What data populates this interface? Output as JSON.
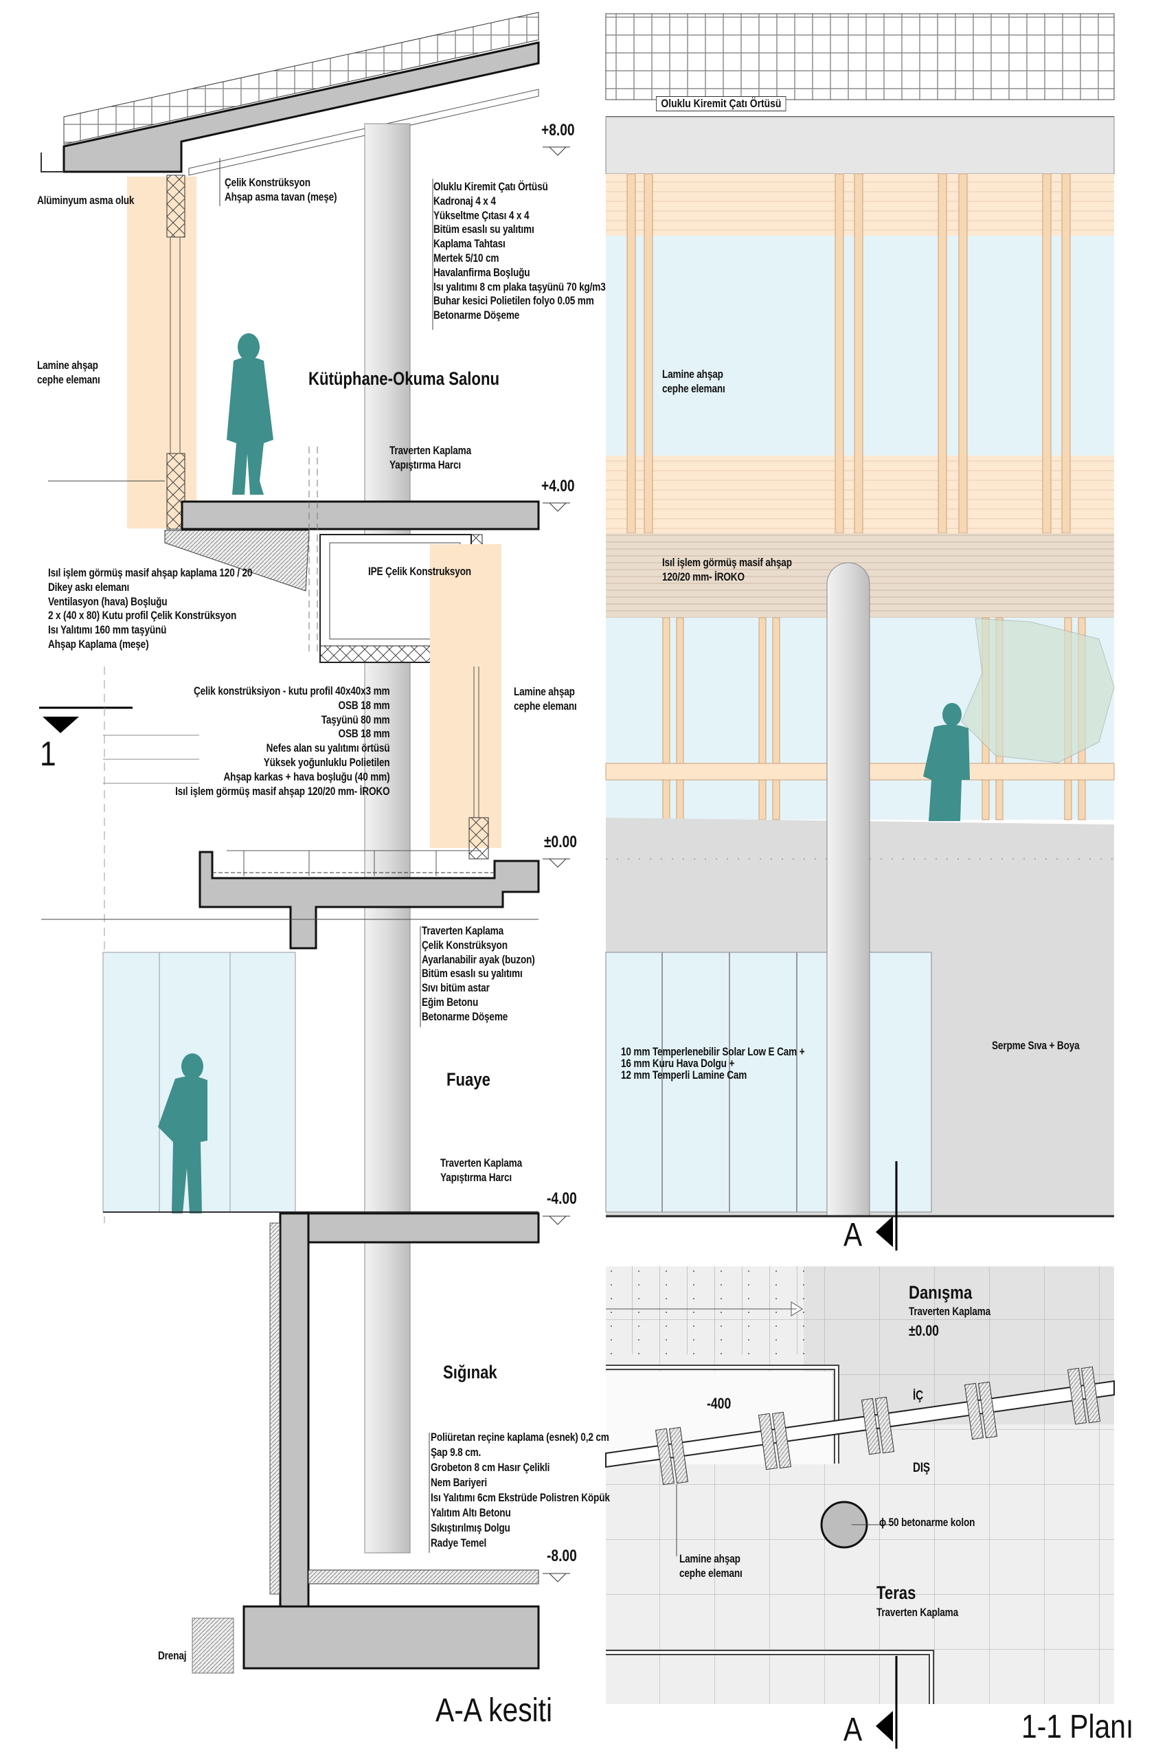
{
  "colors": {
    "wood": "#fde5c9",
    "glass": "#e4f3f8",
    "human": "#3f8f8c",
    "concrete": "#c8c8c8",
    "wall": "#dcdcdc"
  },
  "section": {
    "title": "A-A kesiti",
    "mark": "1",
    "levels": [
      "+8.00",
      "+4.00",
      "±0.00",
      "-4.00",
      "-8.00"
    ],
    "rooms": {
      "library": "Kütüphane-Okuma Salonu",
      "foyer": "Fuaye",
      "shelter": "Sığınak"
    },
    "gutter": "Alüminyum asma oluk",
    "ceiling": [
      "Çelik Konstrüksyon",
      "Ahşap asma tavan (meşe)"
    ],
    "roof_layers": [
      "Oluklu Kiremit Çatı Örtüsü",
      "Kadronaj 4 x 4",
      "Yükseltme Çıtası 4 x 4",
      "Bitüm esaslı su yalıtımı",
      "Kaplama Tahtası",
      "Mertek 5/10 cm",
      "Havalanfirma Boşluğu",
      "Isı yalıtımı 8 cm plaka taşyünü 70 kg/m3",
      "Buhar kesici Polietilen folyo 0.05 mm",
      "Betonarme Döşeme"
    ],
    "facade_left": [
      "Lamine ahşap",
      "cephe elemanı"
    ],
    "upper_floor": [
      "Traverten Kaplama",
      "Yapıştırma Harcı"
    ],
    "soffit_layers": [
      "Isıl işlem görmüş masif ahşap kaplama 120 / 20",
      "Dikey askı elemanı",
      "Ventilasyon (hava) Boşluğu",
      "2 x (40 x 80) Kutu profil Çelik Konstrüksyon",
      "Isı Yalıtımı 160 mm taşyünü",
      "Ahşap Kaplama (meşe)"
    ],
    "ipe": "IPE Çelik Konstruksyon",
    "facade_right": [
      "Lamine ahşap",
      "cephe elemanı"
    ],
    "wall_layers": [
      "Çelik konstrüksiyon - kutu profil 40x40x3 mm",
      "OSB 18 mm",
      "Taşyünü 80 mm",
      "OSB 18 mm",
      "Nefes alan su yalıtımı örtüsü",
      "Yüksek yoğunluklu Polietilen",
      "Ahşap karkas + hava boşluğu (40 mm)",
      "Isıl işlem görmüş masif ahşap 120/20 mm- İROKO"
    ],
    "ground_floor": [
      "Traverten Kaplama",
      "Çelik Konstrüksyon",
      "Ayarlanabilir ayak (buzon)",
      "Bitüm esaslı su yalıtımı",
      "Sıvı bitüm astar",
      "Eğim Betonu",
      "Betonarme Döşeme"
    ],
    "foyer_floor": [
      "Traverten Kaplama",
      "Yapıştırma Harcı"
    ],
    "shelter_floor": [
      "Poliüretan reçine kaplama (esnek)  0,2 cm",
      "Şap 9.8 cm.",
      "Grobeton 8 cm Hasır Çelikli",
      "Nem Bariyeri",
      "Isı Yalıtımı 6cm Ekstrüde Polistren Köpük",
      "Yalıtım Altı Betonu",
      "Sıkıştırılmış Dolgu",
      "Radye Temel"
    ],
    "drain": "Drenaj"
  },
  "elevation": {
    "roof": "Oluklu Kiremit Çatı Örtüsü",
    "facade": [
      "Lamine ahşap",
      "cephe elemanı"
    ],
    "soffit": [
      "Isıl işlem görmüş masif ahşap",
      "120/20 mm- İROKO"
    ],
    "glass": [
      "10 mm Temperlenebilir Solar Low E Cam +",
      "16 mm Kuru Hava Dolgu +",
      "12 mm Temperli Lamine Cam"
    ],
    "plaster": "Serpme Sıva + Boya",
    "section_mark": "A"
  },
  "plan": {
    "title": "1-1 Planı",
    "section_mark": "A",
    "reception": {
      "name": "Danışma",
      "finish": "Traverten Kaplama",
      "level": "±0.00"
    },
    "pit": "-400",
    "inside": "İÇ",
    "outside": "DIŞ",
    "column": "ϕ 50 betonarme kolon",
    "facade": [
      "Lamine ahşap",
      "cephe elemanı"
    ],
    "terrace": {
      "name": "Teras",
      "finish": "Traverten Kaplama"
    }
  }
}
